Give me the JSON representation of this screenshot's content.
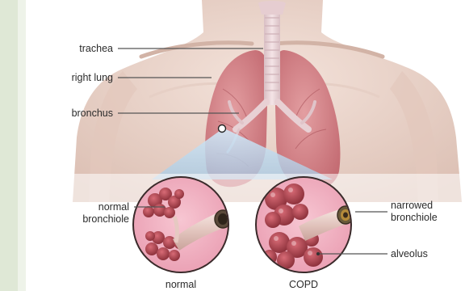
{
  "labels": {
    "trachea": "trachea",
    "right_lung": "right lung",
    "bronchus": "bronchus",
    "normal_bronchiole_line1": "normal",
    "normal_bronchiole_line2": "bronchiole",
    "narrowed_bronchiole_line1": "narrowed",
    "narrowed_bronchiole_line2": "bronchiole",
    "alveolus": "alveolus",
    "caption_normal": "normal",
    "caption_copd": "COPD"
  },
  "colors": {
    "background_left_edge": "#dfe8d6",
    "skin": "#efd9cf",
    "skin_shadow": "#d9bcb0",
    "lung": "#d98a8e",
    "lung_dark": "#b85e66",
    "airway": "#e9d2d6",
    "inset_bg": "#f2b6c6",
    "alveoli": "#b54a55",
    "alveoli_dark": "#7e2a33",
    "callout": "#bcd9ee"
  }
}
